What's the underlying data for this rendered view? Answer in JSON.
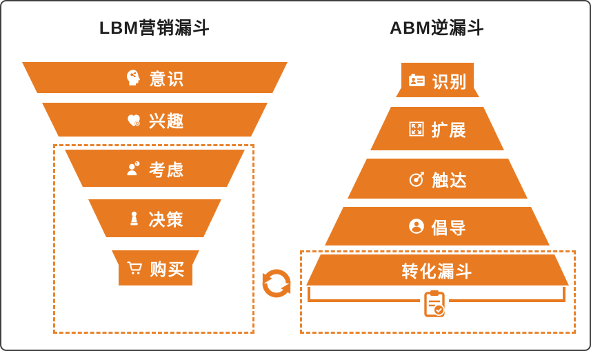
{
  "diagram": {
    "left_funnel": {
      "title": "LBM营销漏斗",
      "stages": [
        {
          "label": "意识",
          "icon": "head-idea-icon"
        },
        {
          "label": "兴趣",
          "icon": "heart-plus-icon"
        },
        {
          "label": "考虑",
          "icon": "person-question-icon"
        },
        {
          "label": "决策",
          "icon": "chess-pawn-icon"
        },
        {
          "label": "购买",
          "icon": "shopping-cart-icon"
        }
      ]
    },
    "right_funnel": {
      "title": "ABM逆漏斗",
      "stages": [
        {
          "label": "识别",
          "icon": "id-card-icon"
        },
        {
          "label": "扩展",
          "icon": "expand-arrows-icon"
        },
        {
          "label": "触达",
          "icon": "target-arrow-icon"
        },
        {
          "label": "倡导",
          "icon": "advocate-person-icon"
        },
        {
          "label": "转化漏斗",
          "icon": ""
        }
      ]
    },
    "connector_icon": "sync-arrows-icon",
    "bottom_icon": "clipboard-check-icon",
    "colors": {
      "accent_orange": "#E87B22",
      "dashed_border": "#E8832C",
      "title_text": "#1E1E1E",
      "stage_text": "#FFFFFF",
      "frame_border": "#3F3F3F"
    }
  }
}
